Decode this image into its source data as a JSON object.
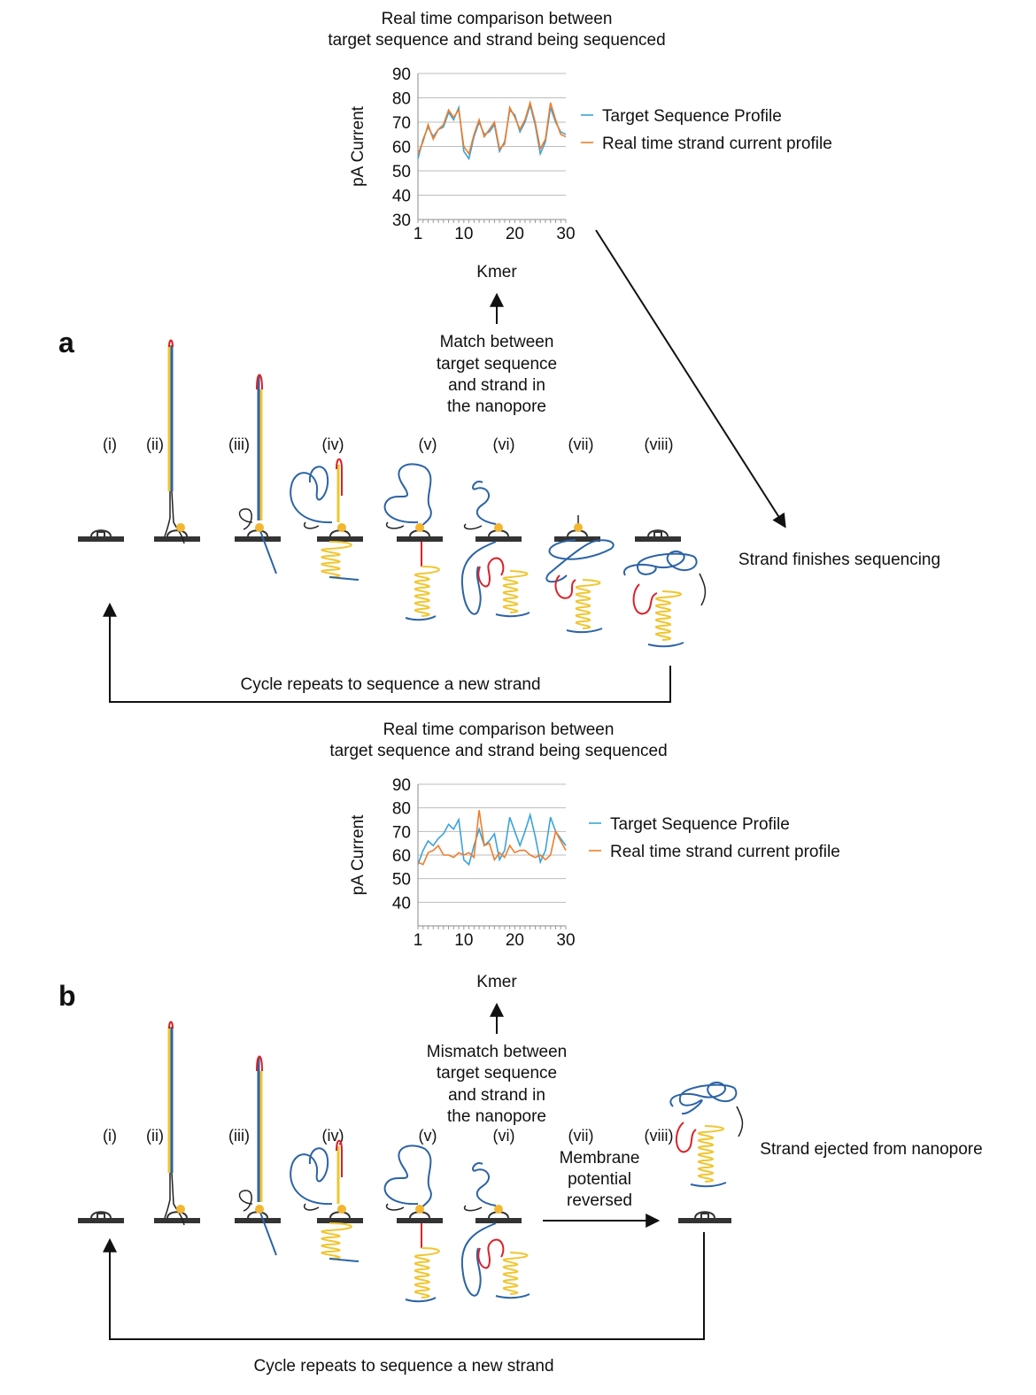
{
  "colors": {
    "target": "#3aa3d9",
    "realtime": "#ee7d2c",
    "dna_blue": "#2c63a5",
    "dna_red": "#d8232a",
    "dna_yellow": "#f0c632",
    "motor": "#f2b630",
    "membrane": "#333333"
  },
  "panel_a": {
    "letter": "a",
    "chart_title_line1": "Real time comparison between",
    "chart_title_line2": "target sequence and strand being sequenced",
    "match_line1": "Match between",
    "match_line2": "target sequence",
    "match_line3": "and strand in",
    "match_line4": "the nanopore",
    "stages": [
      "(i)",
      "(ii)",
      "(iii)",
      "(iv)",
      "(v)",
      "(vi)",
      "(vii)",
      "(viii)"
    ],
    "finish_label": "Strand finishes sequencing",
    "cycle_label": "Cycle repeats to sequence a new strand"
  },
  "panel_b": {
    "letter": "b",
    "chart_title_line1": "Real time comparison between",
    "chart_title_line2": "target sequence and strand being sequenced",
    "mismatch_line1": "Mismatch between",
    "mismatch_line2": "target sequence",
    "mismatch_line3": "and strand in",
    "mismatch_line4": "the nanopore",
    "stages": [
      "(i)",
      "(ii)",
      "(iii)",
      "(iv)",
      "(v)",
      "(vi)",
      "(vii)",
      "(viii)"
    ],
    "reverse_line1": "Membrane",
    "reverse_line2": "potential",
    "reverse_line3": "reversed",
    "ejected_label": "Strand ejected from nanopore",
    "cycle_label": "Cycle repeats to sequence a new strand"
  },
  "chart_data": [
    {
      "type": "line",
      "ylabel": "pA Current",
      "xlabel": "Kmer",
      "xlim": [
        1,
        30
      ],
      "ylim": [
        30,
        90
      ],
      "xticks": [
        1,
        10,
        20,
        30
      ],
      "yticks": [
        30,
        40,
        50,
        60,
        70,
        80,
        90
      ],
      "grid": true,
      "legend": "right",
      "x": [
        1,
        2,
        3,
        4,
        5,
        6,
        7,
        8,
        9,
        10,
        11,
        12,
        13,
        14,
        15,
        16,
        17,
        18,
        19,
        20,
        21,
        22,
        23,
        24,
        25,
        26,
        27,
        28,
        29,
        30
      ],
      "series": [
        {
          "name": "Target Sequence Profile",
          "color": "#3aa3d9",
          "values": [
            55,
            63,
            68,
            64,
            67,
            68,
            74,
            71,
            76,
            58,
            55,
            64,
            70,
            65,
            66,
            69,
            58,
            62,
            75,
            73,
            66,
            70,
            77,
            69,
            57,
            62,
            76,
            70,
            66,
            65
          ]
        },
        {
          "name": "Real time strand current profile",
          "color": "#ee7d2c",
          "values": [
            57,
            62,
            69,
            63,
            67,
            69,
            75,
            72,
            75,
            60,
            57,
            65,
            71,
            64,
            67,
            70,
            59,
            61,
            76,
            72,
            67,
            71,
            78,
            70,
            59,
            63,
            78,
            71,
            65,
            64
          ]
        }
      ]
    },
    {
      "type": "line",
      "ylabel": "pA Current",
      "xlabel": "Kmer",
      "xlim": [
        1,
        30
      ],
      "ylim": [
        30,
        90
      ],
      "xticks": [
        1,
        10,
        20,
        30
      ],
      "yticks": [
        40,
        50,
        60,
        70,
        80,
        90
      ],
      "grid": true,
      "legend": "right",
      "x": [
        1,
        2,
        3,
        4,
        5,
        6,
        7,
        8,
        9,
        10,
        11,
        12,
        13,
        14,
        15,
        16,
        17,
        18,
        19,
        20,
        21,
        22,
        23,
        24,
        25,
        26,
        27,
        28,
        29,
        30
      ],
      "series": [
        {
          "name": "Target Sequence Profile",
          "color": "#3aa3d9",
          "values": [
            56,
            62,
            66,
            64,
            67,
            69,
            73,
            71,
            75,
            58,
            56,
            64,
            71,
            64,
            66,
            69,
            58,
            62,
            76,
            70,
            64,
            70,
            77,
            68,
            57,
            62,
            76,
            70,
            67,
            64
          ]
        },
        {
          "name": "Real time strand current profile",
          "color": "#ee7d2c",
          "values": [
            57,
            56,
            61,
            62,
            64,
            60,
            60,
            59,
            61,
            60,
            61,
            59,
            79,
            64,
            65,
            58,
            61,
            59,
            64,
            61,
            62,
            62,
            60,
            59,
            60,
            58,
            60,
            70,
            66,
            62
          ]
        }
      ]
    }
  ]
}
